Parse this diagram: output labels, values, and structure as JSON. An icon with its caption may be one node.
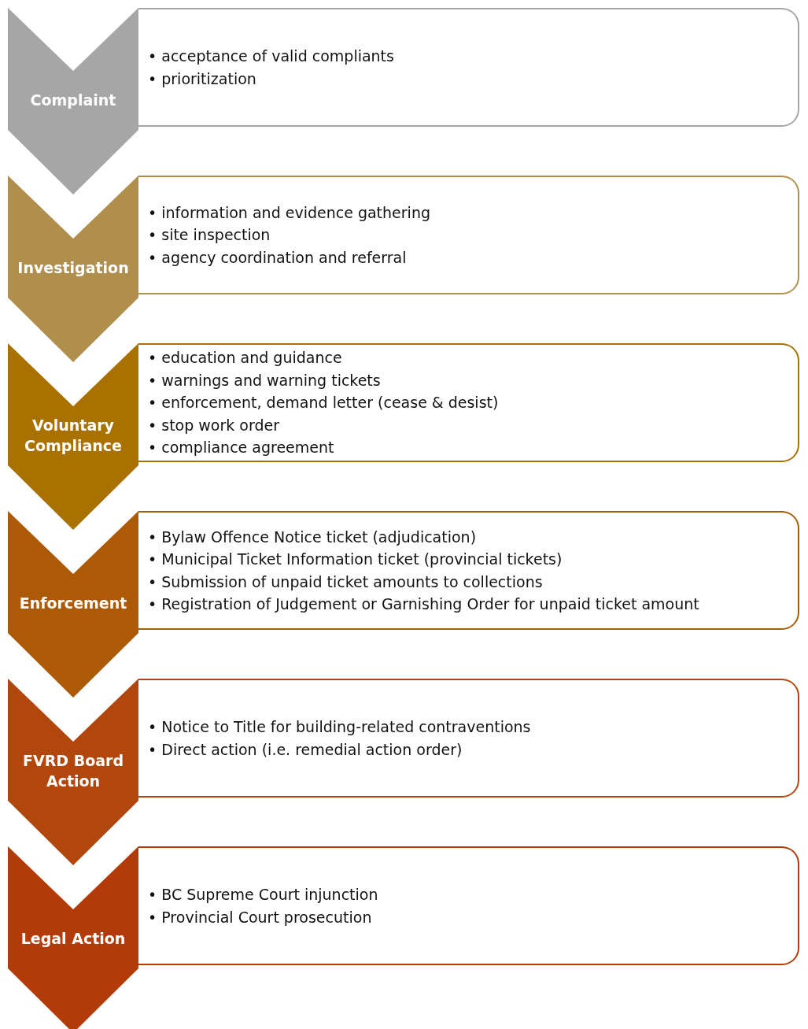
{
  "diagram": {
    "nodes": [
      {
        "text": [
          "Complaint"
        ]
      },
      {
        "text": [
          "• acceptance of valid compliants",
          "• prioritization"
        ]
      },
      {
        "text": [
          "Investigation"
        ]
      },
      {
        "text": [
          "• information and evidence gathering",
          "• site inspection",
          "• agency coordination and referral"
        ]
      },
      {
        "text": [
          "Voluntary Compliance"
        ]
      },
      {
        "text": [
          "• education and guidance",
          "• warnings and warning tickets",
          "• enforcement, demand letter (cease & desist)",
          "• stop work order",
          "• compliance agreement"
        ]
      },
      {
        "text": [
          "Enforcement"
        ]
      },
      {
        "text": [
          "• Bylaw Offence Notice ticket (adjudication)",
          "• Municipal Ticket Information ticket (provincial tickets)",
          "• Submission of unpaid ticket amounts to collections",
          "• Registration of Judgement or Garnishing Order for unpaid ticket amount"
        ]
      },
      {
        "text": [
          "FVRD Board Action"
        ]
      },
      {
        "text": [
          "• Notice to Title for building-related contraventions",
          "• Direct action (i.e. remedial action order)"
        ]
      },
      {
        "text": [
          "Legal Action"
        ]
      },
      {
        "text": [
          "• BC Supreme Court injunction",
          "• Provincial Court prosecution"
        ]
      }
    ]
  }
}
